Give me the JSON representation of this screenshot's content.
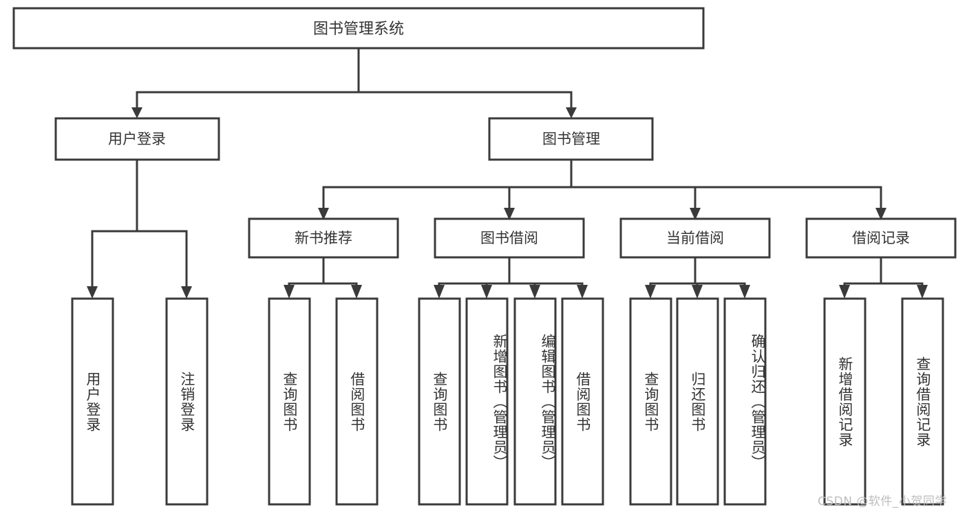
{
  "diagram": {
    "type": "tree-hierarchy",
    "title": "图书管理系统",
    "orientation": "top-down",
    "colors": {
      "box_stroke": "#3a3a3a",
      "box_fill": "#ffffff",
      "text": "#333333",
      "connector": "#3a3a3a",
      "background": "#ffffff",
      "watermark": "#bdbdbd"
    },
    "root": {
      "id": "root",
      "label": "图书管理系统"
    },
    "level1": [
      {
        "id": "user-login",
        "label": "用户登录"
      },
      {
        "id": "book-manage",
        "label": "图书管理"
      }
    ],
    "level2": [
      {
        "id": "new-book-recommend",
        "label": "新书推荐",
        "parent": "book-manage"
      },
      {
        "id": "book-borrow",
        "label": "图书借阅",
        "parent": "book-manage"
      },
      {
        "id": "current-borrow",
        "label": "当前借阅",
        "parent": "book-manage"
      },
      {
        "id": "borrow-record",
        "label": "借阅记录",
        "parent": "book-manage"
      }
    ],
    "leaves": [
      {
        "id": "leaf-user-login",
        "label": "用户登录",
        "parent": "user-login"
      },
      {
        "id": "leaf-user-logout",
        "label": "注销登录",
        "parent": "user-login"
      },
      {
        "id": "leaf-query-book-1",
        "label": "查询图书",
        "parent": "new-book-recommend"
      },
      {
        "id": "leaf-borrow-book-1",
        "label": "借阅图书",
        "parent": "new-book-recommend"
      },
      {
        "id": "leaf-query-book-2",
        "label": "查询图书",
        "parent": "book-borrow"
      },
      {
        "id": "leaf-add-book",
        "label": "新增图书（管理员）",
        "parent": "book-borrow"
      },
      {
        "id": "leaf-edit-book",
        "label": "编辑图书（管理员）",
        "parent": "book-borrow"
      },
      {
        "id": "leaf-borrow-book-2",
        "label": "借阅图书",
        "parent": "book-borrow"
      },
      {
        "id": "leaf-query-book-3",
        "label": "查询图书",
        "parent": "current-borrow"
      },
      {
        "id": "leaf-return-book",
        "label": "归还图书",
        "parent": "current-borrow"
      },
      {
        "id": "leaf-confirm-return",
        "label": "确认归还（管理员）",
        "parent": "current-borrow"
      },
      {
        "id": "leaf-add-record",
        "label": "新增借阅记录",
        "parent": "borrow-record"
      },
      {
        "id": "leaf-query-record",
        "label": "查询借阅记录",
        "parent": "borrow-record"
      }
    ]
  },
  "watermark": {
    "text": "CSDN @软件_小贺同学"
  }
}
